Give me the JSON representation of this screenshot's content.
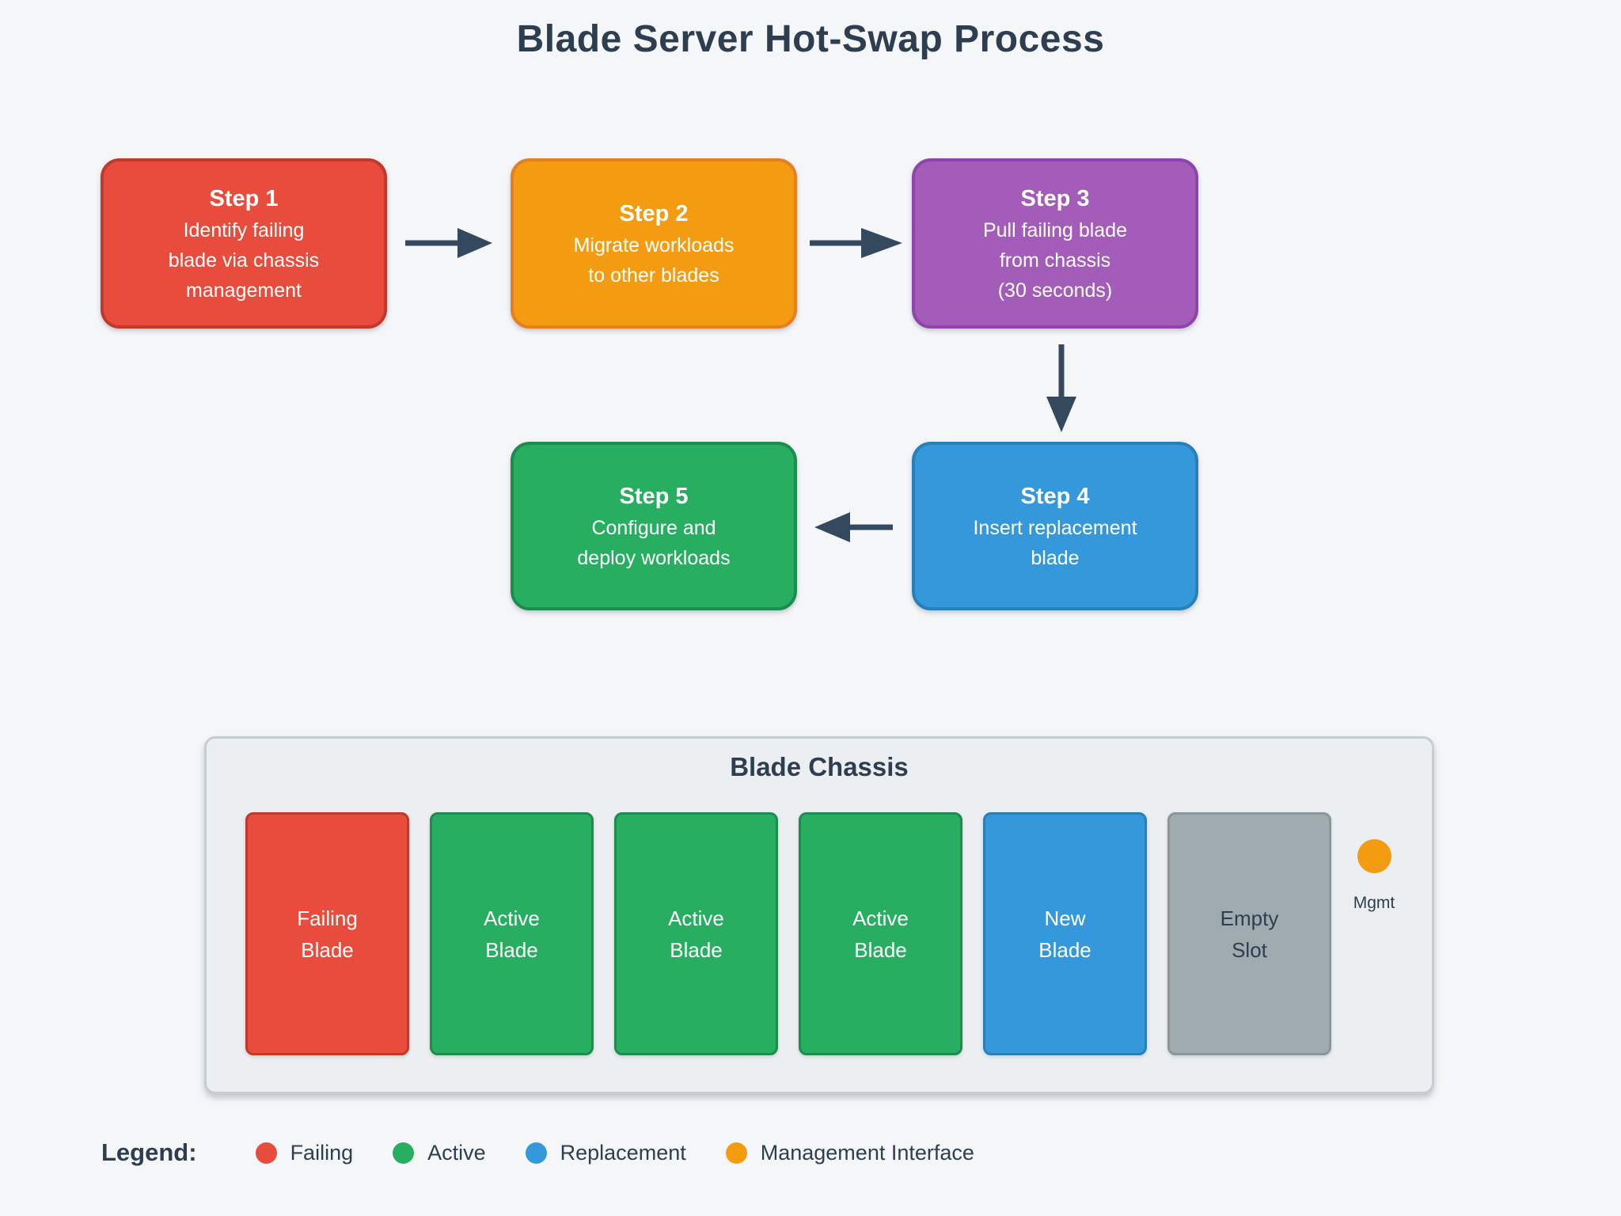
{
  "title": "Blade Server Hot-Swap Process",
  "colors": {
    "background": "#f5f6f8",
    "heading_text": "#2c3e50",
    "arrow": "#34495e",
    "box_text": "#ffffff",
    "chassis_fill": "#eceff1",
    "chassis_border": "#c5cdd3"
  },
  "steps": [
    {
      "title": "Step 1",
      "lines": [
        "Identify failing",
        "blade via chassis",
        "management"
      ],
      "fill": "#e74c3c",
      "border": "#c0392b"
    },
    {
      "title": "Step 2",
      "lines": [
        "Migrate workloads",
        "to other blades"
      ],
      "fill": "#f39c12",
      "border": "#e67e22"
    },
    {
      "title": "Step 3",
      "lines": [
        "Pull failing blade",
        "from chassis",
        "(30 seconds)"
      ],
      "fill": "#a35cb8",
      "border": "#8e44ad"
    },
    {
      "title": "Step 4",
      "lines": [
        "Insert replacement",
        "blade"
      ],
      "fill": "#3498db",
      "border": "#2980b9"
    },
    {
      "title": "Step 5",
      "lines": [
        "Configure and",
        "deploy workloads"
      ],
      "fill": "#27ae60",
      "border": "#1e8c4e"
    }
  ],
  "chassis": {
    "title": "Blade Chassis",
    "slots": [
      {
        "lines": [
          "Failing",
          "Blade"
        ],
        "fill": "#e74c3c",
        "border": "#c0392b",
        "text": "#ffffff"
      },
      {
        "lines": [
          "Active",
          "Blade"
        ],
        "fill": "#27ae60",
        "border": "#1e8c4e",
        "text": "#ffffff"
      },
      {
        "lines": [
          "Active",
          "Blade"
        ],
        "fill": "#27ae60",
        "border": "#1e8c4e",
        "text": "#ffffff"
      },
      {
        "lines": [
          "Active",
          "Blade"
        ],
        "fill": "#27ae60",
        "border": "#1e8c4e",
        "text": "#ffffff"
      },
      {
        "lines": [
          "New",
          "Blade"
        ],
        "fill": "#3498db",
        "border": "#2980b9",
        "text": "#ffffff"
      },
      {
        "lines": [
          "Empty",
          "Slot"
        ],
        "fill": "#9fabae",
        "border": "#8a969a",
        "text": "#2c3e50"
      }
    ],
    "mgmt": {
      "label": "Mgmt",
      "color": "#f39c12"
    }
  },
  "legend": {
    "title": "Legend:",
    "items": [
      {
        "label": "Failing",
        "color": "#e74c3c"
      },
      {
        "label": "Active",
        "color": "#27ae60"
      },
      {
        "label": "Replacement",
        "color": "#3498db"
      },
      {
        "label": "Management Interface",
        "color": "#f39c12"
      }
    ]
  }
}
